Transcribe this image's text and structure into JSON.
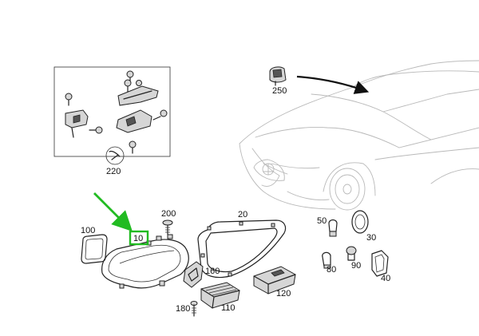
{
  "diagram": {
    "highlight_color": "#22bb22",
    "line_color": "#222222",
    "vehicle_outline_color": "#b9b9b9",
    "parts": [
      {
        "id": "p220",
        "label": "220"
      },
      {
        "id": "p250",
        "label": "250"
      },
      {
        "id": "p200",
        "label": "200"
      },
      {
        "id": "p20",
        "label": "20"
      },
      {
        "id": "p100",
        "label": "100"
      },
      {
        "id": "p10",
        "label": "10",
        "highlighted": true
      },
      {
        "id": "p160",
        "label": "160"
      },
      {
        "id": "p110",
        "label": "110"
      },
      {
        "id": "p180",
        "label": "180"
      },
      {
        "id": "p120",
        "label": "120"
      },
      {
        "id": "p50",
        "label": "50"
      },
      {
        "id": "p30",
        "label": "30"
      },
      {
        "id": "p80",
        "label": "80"
      },
      {
        "id": "p90",
        "label": "90"
      },
      {
        "id": "p40",
        "label": "40"
      }
    ]
  }
}
